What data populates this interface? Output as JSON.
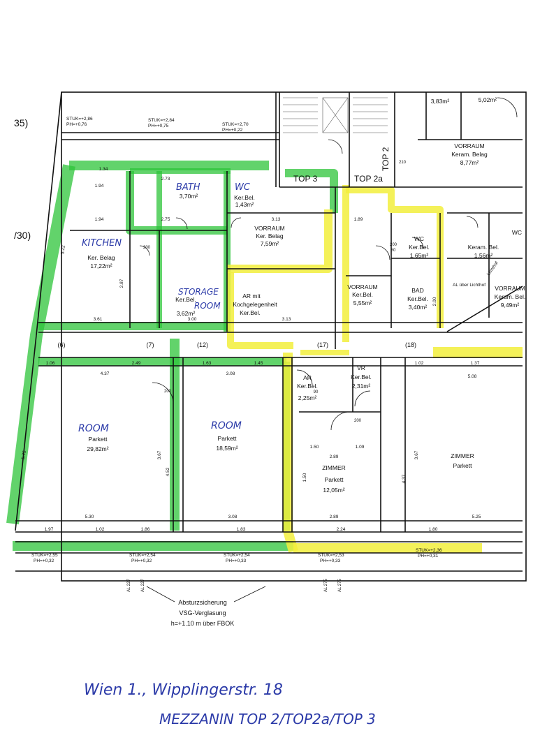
{
  "edge_labels": {
    "left_top": "35)",
    "left_mid": "/30)"
  },
  "stuk_top": [
    {
      "stuk": "STUK=+2,86",
      "ph": "PH=+0,76"
    },
    {
      "stuk": "STUK=+2,84",
      "ph": "PH=+0,75"
    },
    {
      "stuk": "STUK=+2,70",
      "ph": "PH=+0,22"
    }
  ],
  "stuk_bottom": [
    {
      "stuk": "STUK=+2,55",
      "ph": "PH=+0,32"
    },
    {
      "stuk": "STUK=+2,54",
      "ph": "PH=+0,32"
    },
    {
      "stuk": "STUK=+2,54",
      "ph": "PH=+0,33"
    },
    {
      "stuk": "STUK=+2,53",
      "ph": "PH=+0,33"
    },
    {
      "stuk": "STUK=+2,36",
      "ph": "PH=+0,31"
    }
  ],
  "unit_labels": {
    "top3": "TOP 3",
    "top2a": "TOP 2a",
    "top2": "TOP 2"
  },
  "handwritten_rooms": {
    "bath": "BATH",
    "wc": "WC",
    "kitchen": "KITCHEN",
    "storage1": "STORAGE",
    "storage2": "ROOM",
    "room_left": "ROOM",
    "room_mid": "ROOM"
  },
  "rooms": {
    "bath": {
      "area": "3,70m²"
    },
    "wc_top3": {
      "name": "Ker.Bel.",
      "area": "1,43m²"
    },
    "kitchen": {
      "name": "Ker. Belag",
      "area": "17,22m²"
    },
    "vorraum_top3": {
      "title": "VORRAUM",
      "name": "Ker. Belag",
      "area": "7,59m²"
    },
    "storage": {
      "name": "Ker.Bel.",
      "area": "3,62m²"
    },
    "ar_kochgelegenheit": {
      "title": "AR mit",
      "sub": "Kochgelegenheit",
      "name": "Ker.Bel."
    },
    "vorraum_top2a": {
      "title": "VORRAUM",
      "name": "Ker.Bel.",
      "area": "5,55m²"
    },
    "wc_top2a": {
      "title": "WC",
      "name": "Ker.Bel.",
      "area": "1,65m²"
    },
    "bad": {
      "title": "BAD",
      "name": "Ker.Bel.",
      "area": "3,40m²"
    },
    "vorraum_top2": {
      "title": "VORRAUM",
      "name": "Keram. Belag",
      "area": "8,77m²"
    },
    "wc_top2": {
      "title": "WC",
      "name": "Keram. Bel.",
      "area": "1,56m²"
    },
    "vorraum_right": {
      "title": "VORRAUM",
      "name": "Keram. Bel.",
      "area": "9,49m²"
    },
    "top_left_partial": {
      "area": "3,83m²"
    },
    "top_right_partial": {
      "area": "5,02m²"
    },
    "ar_small": {
      "title": "AR",
      "name": "Ker.Bel.",
      "area": "2,25m²"
    },
    "vr_small": {
      "title": "VR",
      "name": "Ker.Bel.",
      "area": "2,31m²"
    },
    "room_left": {
      "name": "Parkett",
      "area": "29,82m²"
    },
    "room_mid": {
      "name": "Parkett",
      "area": "18,59m²"
    },
    "zimmer_mid": {
      "title": "ZIMMER",
      "name": "Parkett",
      "area": "12,05m²"
    },
    "zimmer_right": {
      "title": "ZIMMER",
      "name": "Parkett"
    }
  },
  "shaft_numbers": [
    "(6)",
    "(7)",
    "(12)",
    "(17)",
    "(18)"
  ],
  "lichtschacht": "Lichthof",
  "dims": {
    "d1_34": "1.34",
    "d2_73": "2.73",
    "d1_94a": "1.94",
    "d1_94b": "1.94",
    "d2_75": "2.75",
    "d3_13a": "3.13",
    "d3_13b": "3.13",
    "d1_89": "1.89",
    "d3_61": "3.61",
    "d3_00": "3.00",
    "d1_06": "1.06",
    "d2_49": "2.49",
    "d1_63": "1.63",
    "d1_45": "1.45",
    "d4_37": "4.37",
    "d3_08a": "3.08",
    "d5_30": "5.30",
    "d3_08b": "3.08",
    "d1_97": "1.97",
    "d1_02": "1.02",
    "d1_86": "1.86",
    "d1_83": "1.83",
    "d2_89a": "2.89",
    "d2_24": "2.24",
    "d1_50": "1.50",
    "d1_09": "1.09",
    "d2_89b": "2.89",
    "d5_08": "5.08",
    "d5_25": "5.25",
    "d1_80": "1.80",
    "d1_37": "1.37",
    "d1_02b": "1.02",
    "d3_67": "3.67",
    "d4_37v": "4.37",
    "d4_52": "4.52",
    "d3_67b": "3.67",
    "d5_75": "5.75",
    "d2_87": "2.87",
    "d5_22": "5.22",
    "d2_00": "2.00",
    "d1_50v": "1.50"
  },
  "tags": {
    "tag200a": "200",
    "tag200b": "200",
    "tag200c": "200",
    "tag200d": "200",
    "tag80": "80",
    "tag90": "90",
    "tag210": "210"
  },
  "notes": {
    "al_ueber": "AL über Lichthof"
  },
  "sill_bottom": [
    "AL 227",
    "AL 227",
    "AL 275",
    "AL 275"
  ],
  "glazing_note": {
    "line1": "Absturzsicherung",
    "line2": "VSG-Verglasung",
    "line3": "h=+1.10 m über FBOK"
  },
  "handwritten_footer": {
    "line1": "Wien 1., Wipplingerstr. 18",
    "line2": "MEZZANIN   TOP 2/TOP2a/TOP 3"
  },
  "colors": {
    "top3_highlight": "#2ec43a",
    "top2a_highlight": "#f2ee3c",
    "pen": "#2b3aa8",
    "ink": "#111111"
  }
}
